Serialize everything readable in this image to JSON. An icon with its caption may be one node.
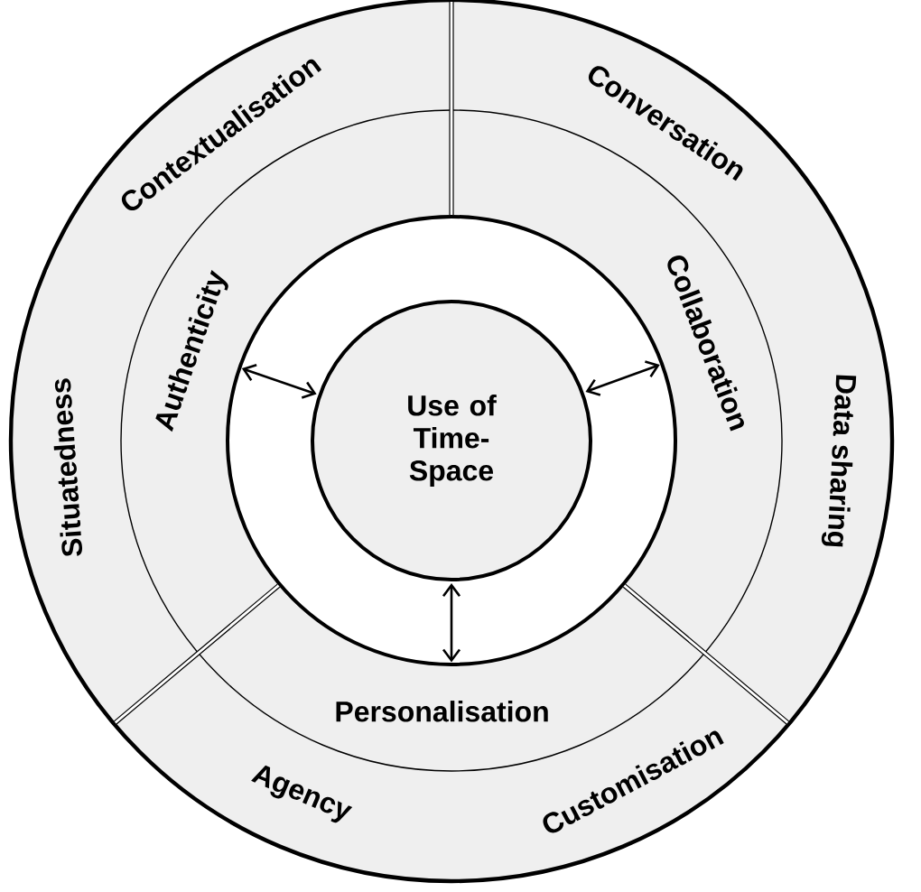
{
  "diagram": {
    "nodes": [
      {
        "text": [
          "Use of Time-Space"
        ]
      },
      {
        "text": [
          "Authenticity"
        ]
      },
      {
        "text": [
          "Collaboration"
        ]
      },
      {
        "text": [
          "Personalisation"
        ]
      },
      {
        "text": [
          "Contextualisation",
          "Situatedness"
        ]
      },
      {
        "text": [
          "Conversation",
          "Data sharing"
        ]
      },
      {
        "text": [
          "Agency",
          "Customisation"
        ]
      }
    ],
    "edges": [
      {
        "from": 0,
        "to": 1,
        "arrow": "both"
      },
      {
        "from": 0,
        "to": 2,
        "arrow": "both"
      },
      {
        "from": 0,
        "to": 3,
        "arrow": "both"
      }
    ]
  }
}
